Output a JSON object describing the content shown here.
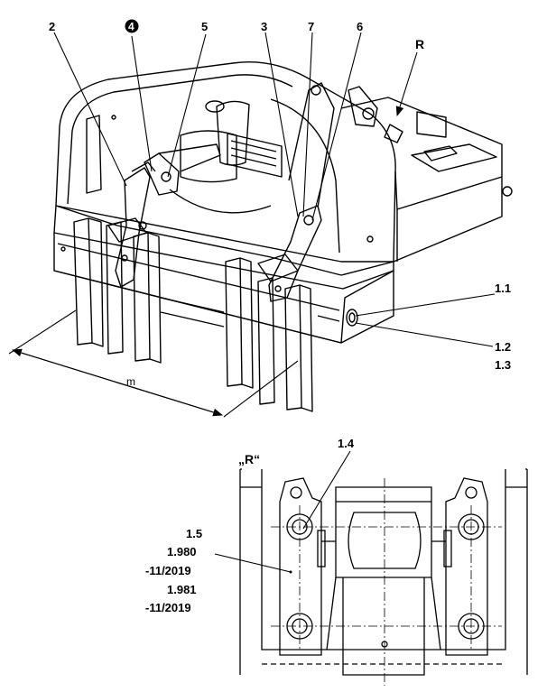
{
  "callouts": {
    "c2": "2",
    "c4": "4",
    "c5": "5",
    "c3": "3",
    "c7": "7",
    "c6": "6",
    "cR": "R",
    "c1_1": "1.1",
    "c1_2": "1.2",
    "c1_3": "1.3",
    "m": "m"
  },
  "detail": {
    "title": "„R“",
    "c1_4": "1.4",
    "c1_5": "1.5",
    "c1_980": "1.980",
    "c1_980_date": "-11/2019",
    "c1_981": "1.981",
    "c1_981_date": "-11/2019"
  }
}
